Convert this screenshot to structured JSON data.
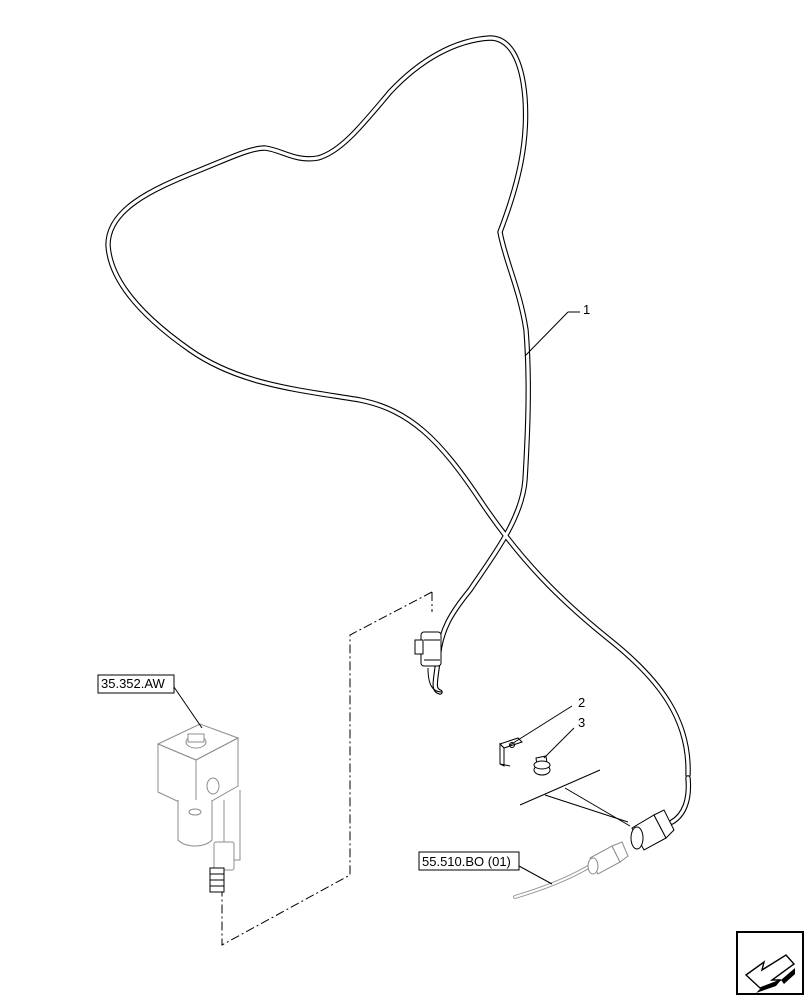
{
  "callouts": {
    "item1": "1",
    "item2": "2",
    "item3": "3"
  },
  "references": {
    "ref_left": "35.352.AW",
    "ref_bottom": "55.510.BO (01)"
  },
  "icons": {
    "nav": "previous-page-arrow-icon"
  }
}
